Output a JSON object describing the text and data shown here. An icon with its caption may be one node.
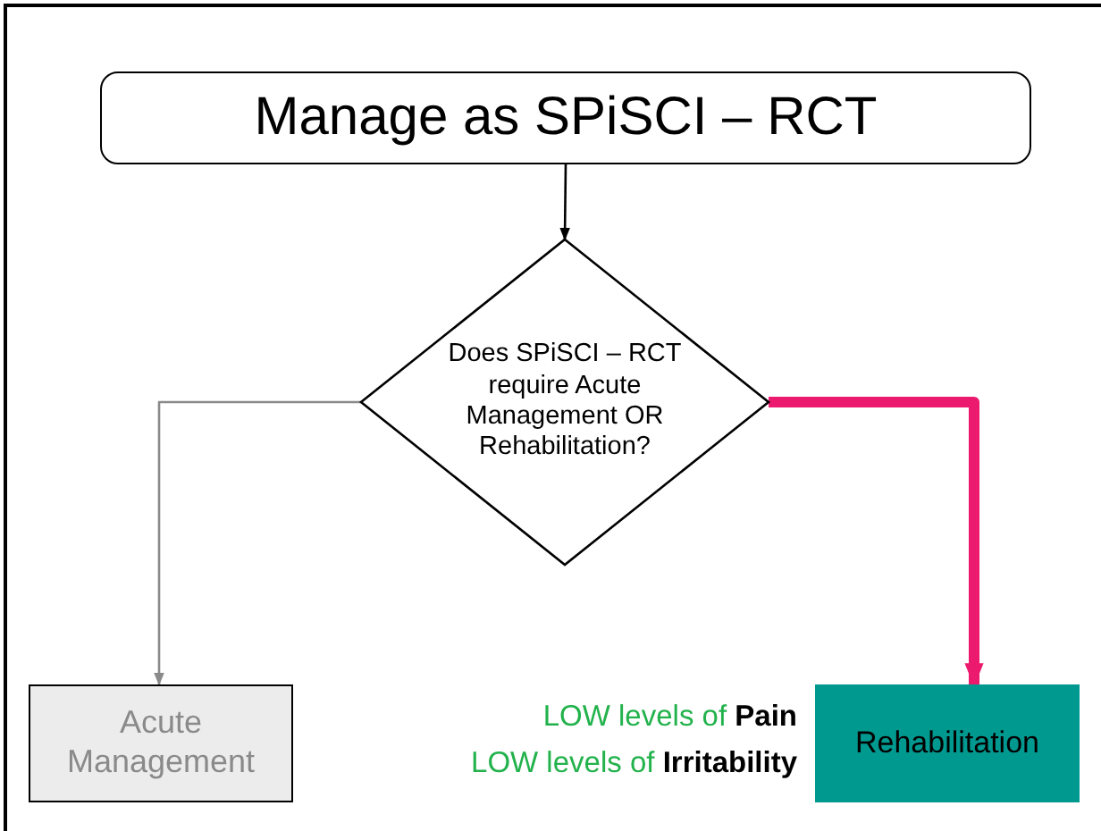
{
  "diagram": {
    "nodes": [
      {
        "text": [
          "Manage as SPiSCI – RCT"
        ]
      },
      {
        "text": [
          "Does SPiSCI – RCT require Acute Management OR Rehabilitation?"
        ]
      },
      {
        "text": [
          "Acute Management"
        ]
      },
      {
        "text": [
          "Rehabilitation"
        ]
      }
    ],
    "edges": [
      {
        "from": 0,
        "to": 1,
        "arrow": "to"
      },
      {
        "from": 1,
        "to": 2,
        "arrow": "to",
        "color": "#8a8a8a"
      },
      {
        "from": 1,
        "to": 3,
        "arrow": "to",
        "style": "thick",
        "color": "#ec1a6e"
      }
    ],
    "labels": [
      "LOW levels of **Pain**",
      "LOW levels of **Irritability**"
    ]
  }
}
